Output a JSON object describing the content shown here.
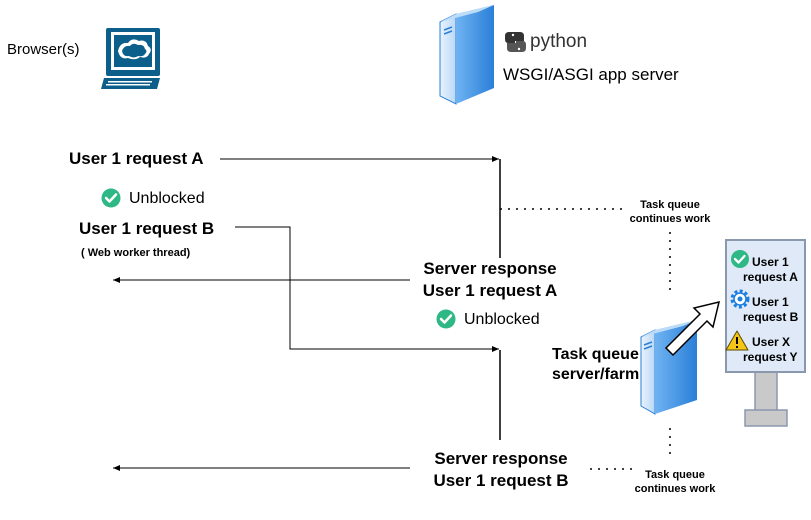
{
  "browser": {
    "label": "Browser(s)",
    "icon": "desktop-computer-icon"
  },
  "app_server": {
    "python_label": "python",
    "title": "WSGI/ASGI app server",
    "icon": "server-tower-icon"
  },
  "left_column": {
    "request_a": "User 1 request A",
    "unblocked_1": "Unblocked",
    "request_b": "User 1 request B",
    "web_worker": "( Web worker thread)"
  },
  "middle": {
    "response_a_line1": "Server response",
    "response_a_line2": "User 1 request A",
    "unblocked_2": "Unblocked",
    "response_b_line1": "Server response",
    "response_b_line2": "User 1 request B"
  },
  "task_queue": {
    "continues_top_line1": "Task queue",
    "continues_top_line2": "continues work",
    "server_line1": "Task queue",
    "server_line2": "server/farm",
    "continues_bottom_line1": "Task queue",
    "continues_bottom_line2": "continues work"
  },
  "kiosk": {
    "item1_line1": "User 1",
    "item1_line2": "request A",
    "item2_line1": "User 1",
    "item2_line2": "request B",
    "item3_line1": "User X",
    "item3_line2": "request Y"
  },
  "colors": {
    "check_green": "#2eb886",
    "server_blue": "#3b8fe0",
    "kiosk_fill": "#dfe9f7",
    "kiosk_border": "#8a98ad",
    "warning_yellow": "#f5c518",
    "gear_blue": "#1a7fe0",
    "line": "#000000"
  }
}
